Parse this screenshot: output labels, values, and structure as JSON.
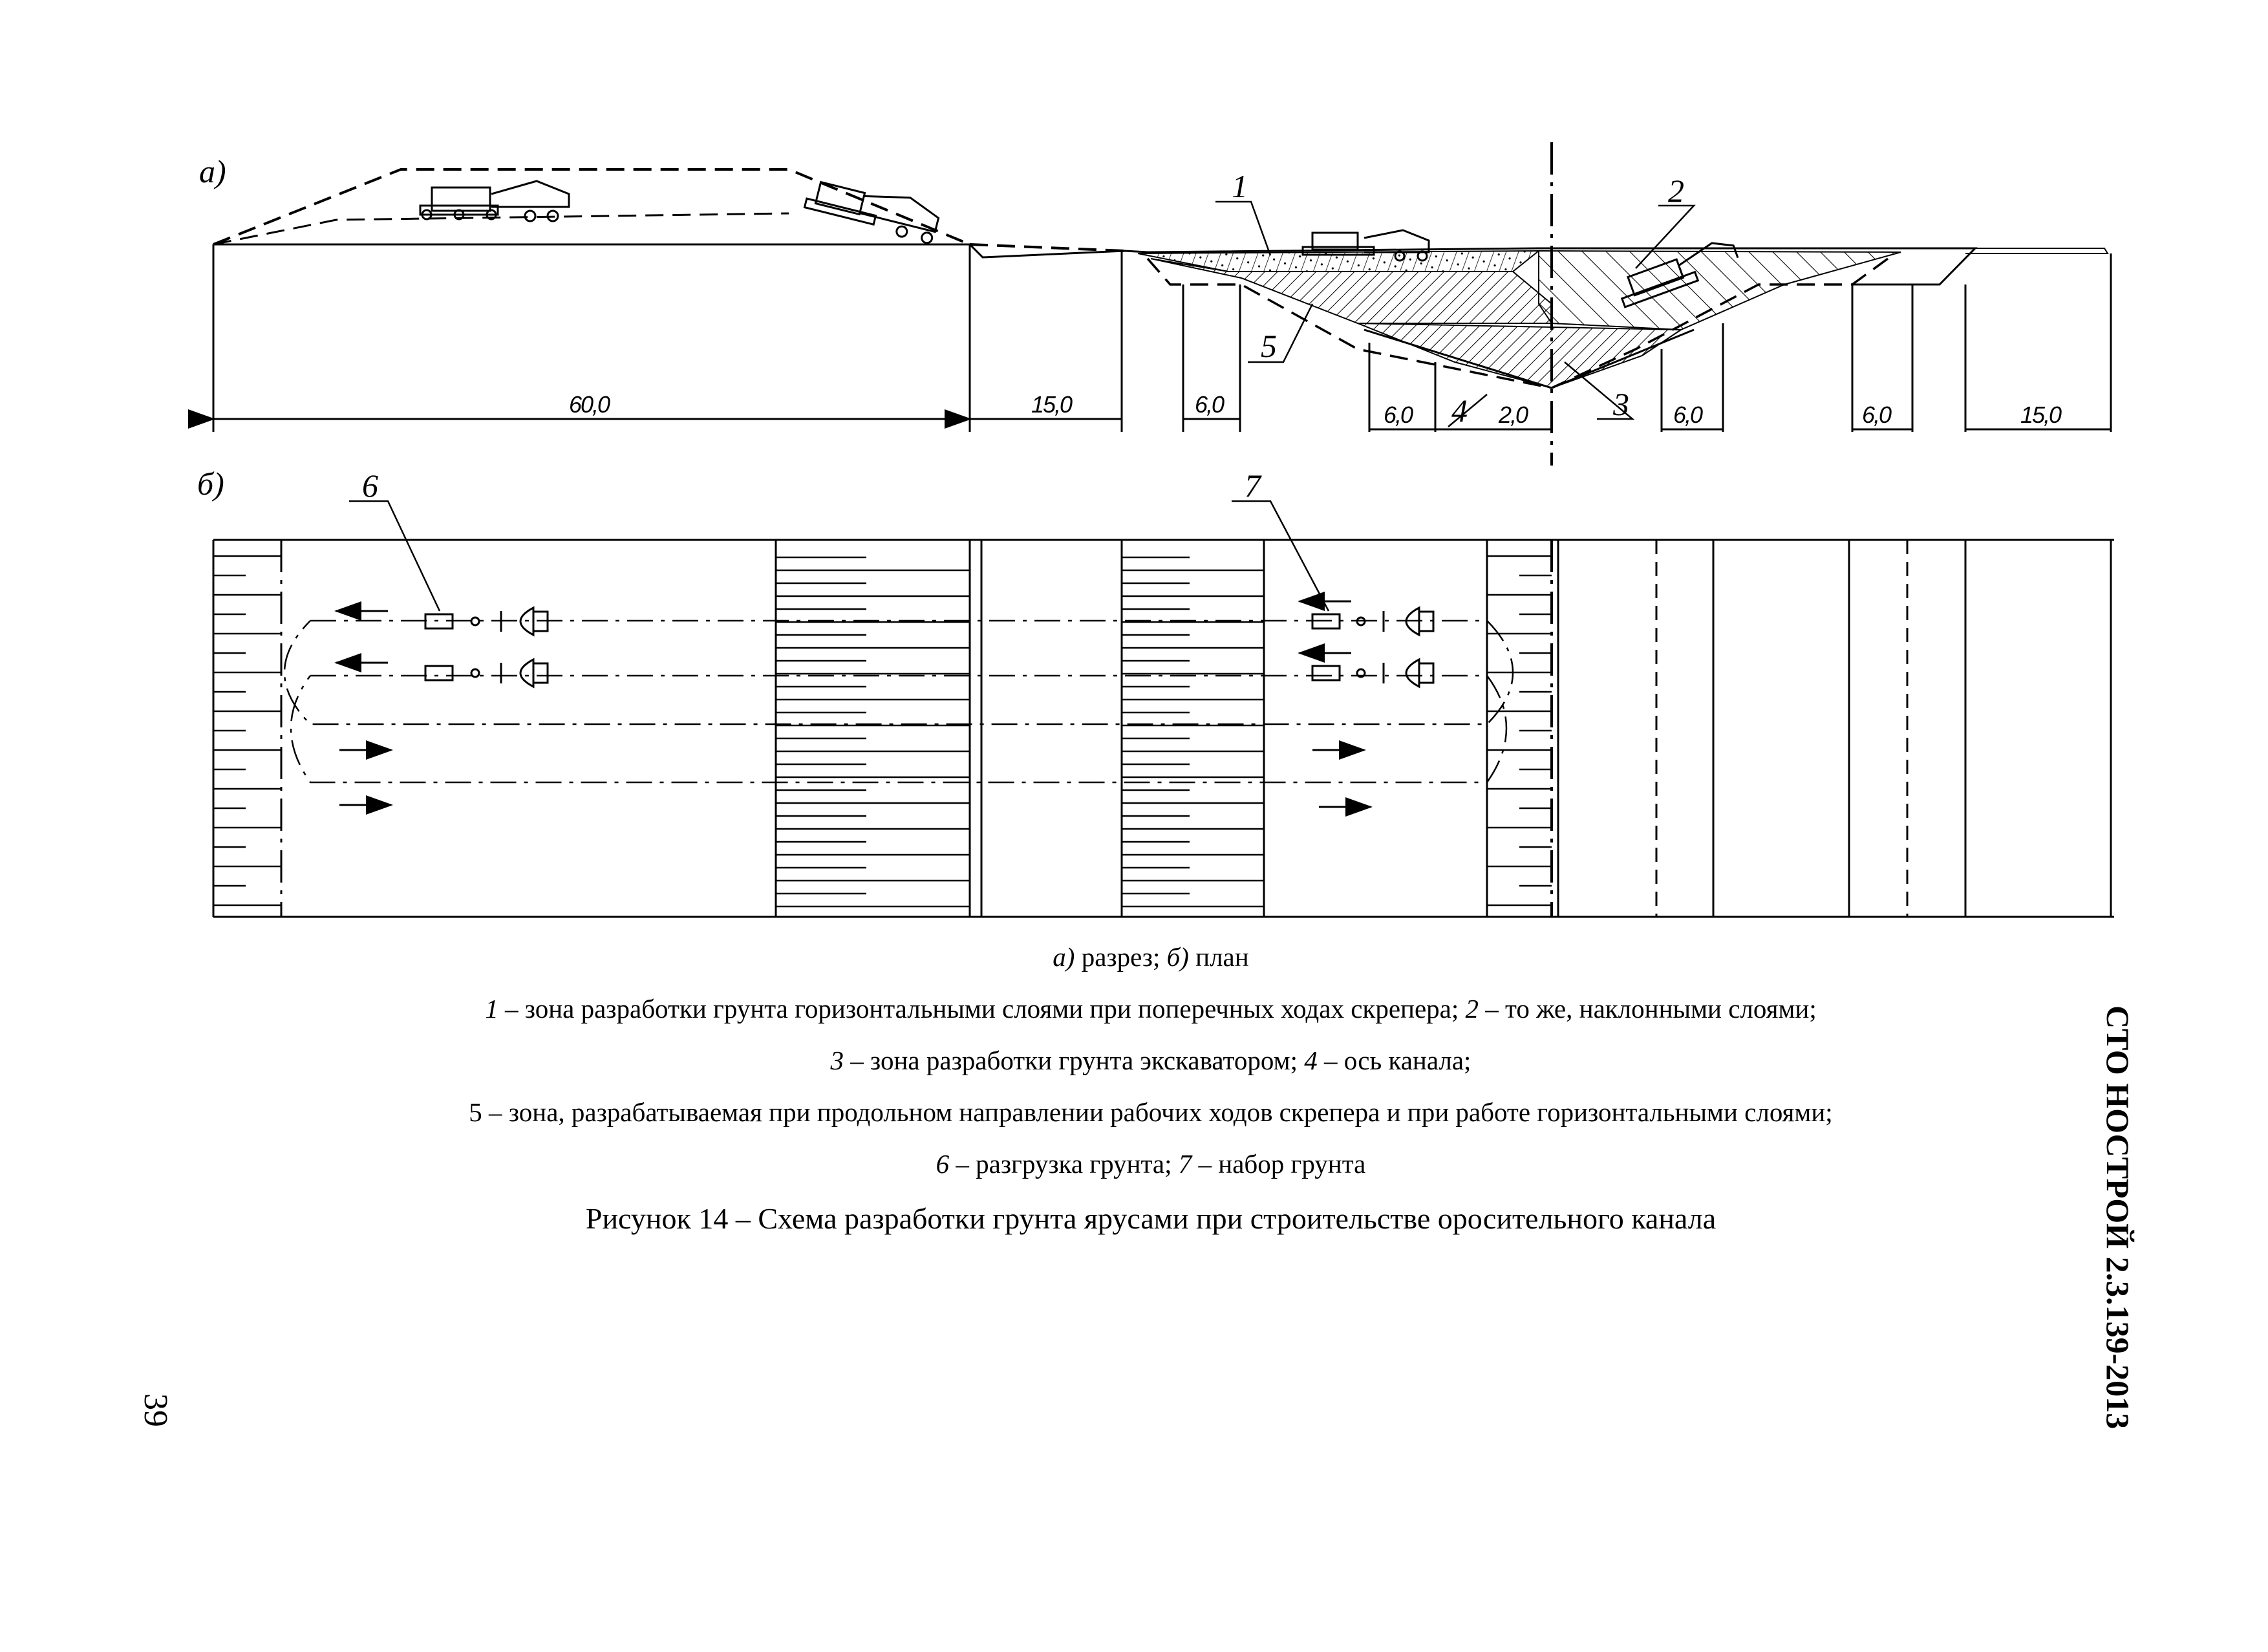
{
  "figure": {
    "part_a_label": "а)",
    "part_b_label": "б)",
    "callouts": [
      "1",
      "2",
      "3",
      "4",
      "5",
      "6",
      "7"
    ],
    "dimensions": {
      "d60": "60,0",
      "d15a": "15,0",
      "d6a": "6,0",
      "d6b": "6,0",
      "d4": "4",
      "d20": "2,0",
      "d6c": "6,0",
      "d6d": "6,0",
      "d15b": "15,0"
    }
  },
  "caption": {
    "line1": {
      "a": "а)",
      "a_text": " разрез; ",
      "b": "б)",
      "b_text": " план"
    },
    "line2": {
      "n1": "1",
      "t1": " – зона разработки грунта горизонтальными слоями при поперечных ходах скрепера; ",
      "n2": "2",
      "t2": " – то же, наклонными слоями;"
    },
    "line3": {
      "n3": "3",
      "t3": " – зона разработки грунта экскаватором; ",
      "n4": "4",
      "t4": " – ось канала;"
    },
    "line4": "5 – зона, разрабатываемая при продольном направлении рабочих ходов скрепера и при работе горизонтальными слоями;",
    "line5": {
      "n6": "6",
      "t6": " – разгрузка грунта; ",
      "n7": "7",
      "t7": " – набор грунта"
    },
    "title": "Рисунок 14 – Схема разработки грунта ярусами при строительстве оросительного канала"
  },
  "header_code": "СТО НОСТРОЙ 2.3.139-2013",
  "page_number": "39"
}
